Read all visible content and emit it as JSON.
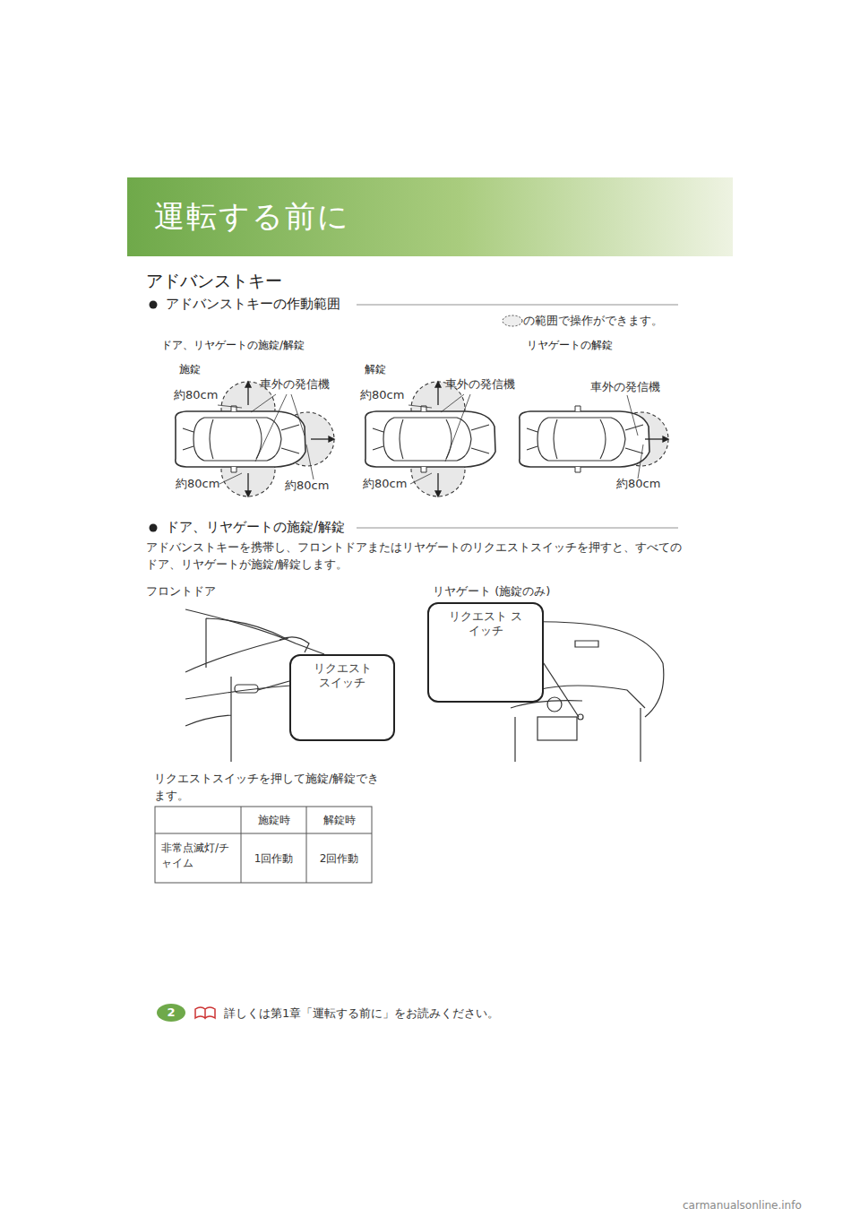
{
  "diagram": {
    "title": "アドバンストキー",
    "nodes": [
      {
        "text": [
          "運転する前に"
        ]
      },
      {
        "text": [
          "リクエスト スイッチ"
        ]
      },
      {
        "text": [
          "リクエスト スイッチ"
        ]
      },
      {
        "text": [
          "2"
        ]
      }
    ],
    "labels": [
      "アドバンストキーの作動範囲",
      "の範囲で操作ができます。",
      "ドア、リヤゲートの施錠/解錠",
      "リヤゲートの解錠",
      "施錠",
      "車外の発信機",
      "約80cm",
      "約80cm",
      "約80cm",
      "解錠",
      "車外の発信機",
      "約80cm",
      "約80cm",
      "車外の発信機",
      "約80cm",
      "ドア、リヤゲートの施錠/解錠",
      "アドバンストキーを携帯し、フロントドアまたはリヤゲートのリクエストスイッチを押すと、すべてのドア、リヤゲートが施錠/解錠します。",
      "フロントドア",
      "リヤゲート (施錠のみ)",
      "リクエストスイッチを押して施錠/解錠できます。",
      "施錠時",
      "解錠時",
      "非常点滅灯/チャイム",
      "1回作動",
      "2回作動",
      "詳しくは第1章「運転する前に」をお読みください。",
      "carmanualsonline.info"
    ]
  }
}
